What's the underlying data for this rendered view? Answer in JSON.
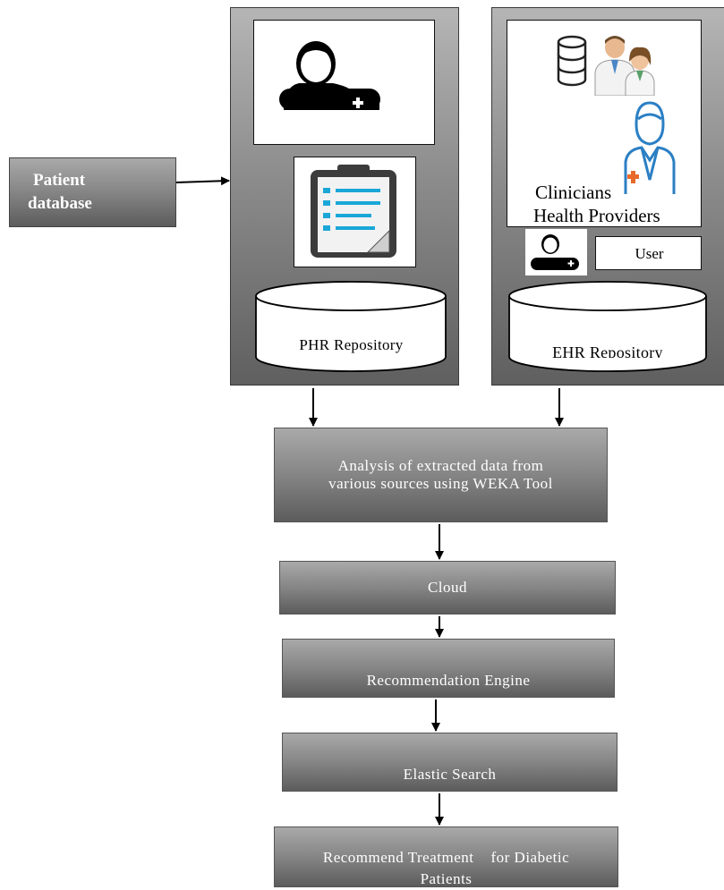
{
  "source": {
    "line1": "Patient",
    "line2": "database"
  },
  "left_panel": {
    "repository": "PHR Repository"
  },
  "right_panel": {
    "clinicians_line1": "Clinicians",
    "clinicians_line2": "Health Providers",
    "user_label": "User",
    "repository": "EHR Repository"
  },
  "steps": {
    "analysis_line1": "Analysis of extracted data from",
    "analysis_line2": "various sources using WEKA Tool",
    "cloud": "Cloud",
    "recommendation": "Recommendation Engine",
    "elastic": "Elastic Search",
    "treat_line1": "Recommend Treatment    for Diabetic",
    "treat_line2": "Patients"
  },
  "icons": [
    "doctor-avatar-icon",
    "clipboard-checklist-icon",
    "database-icon",
    "doctors-group-icon",
    "doctor-figure-icon",
    "user-avatar-icon"
  ]
}
